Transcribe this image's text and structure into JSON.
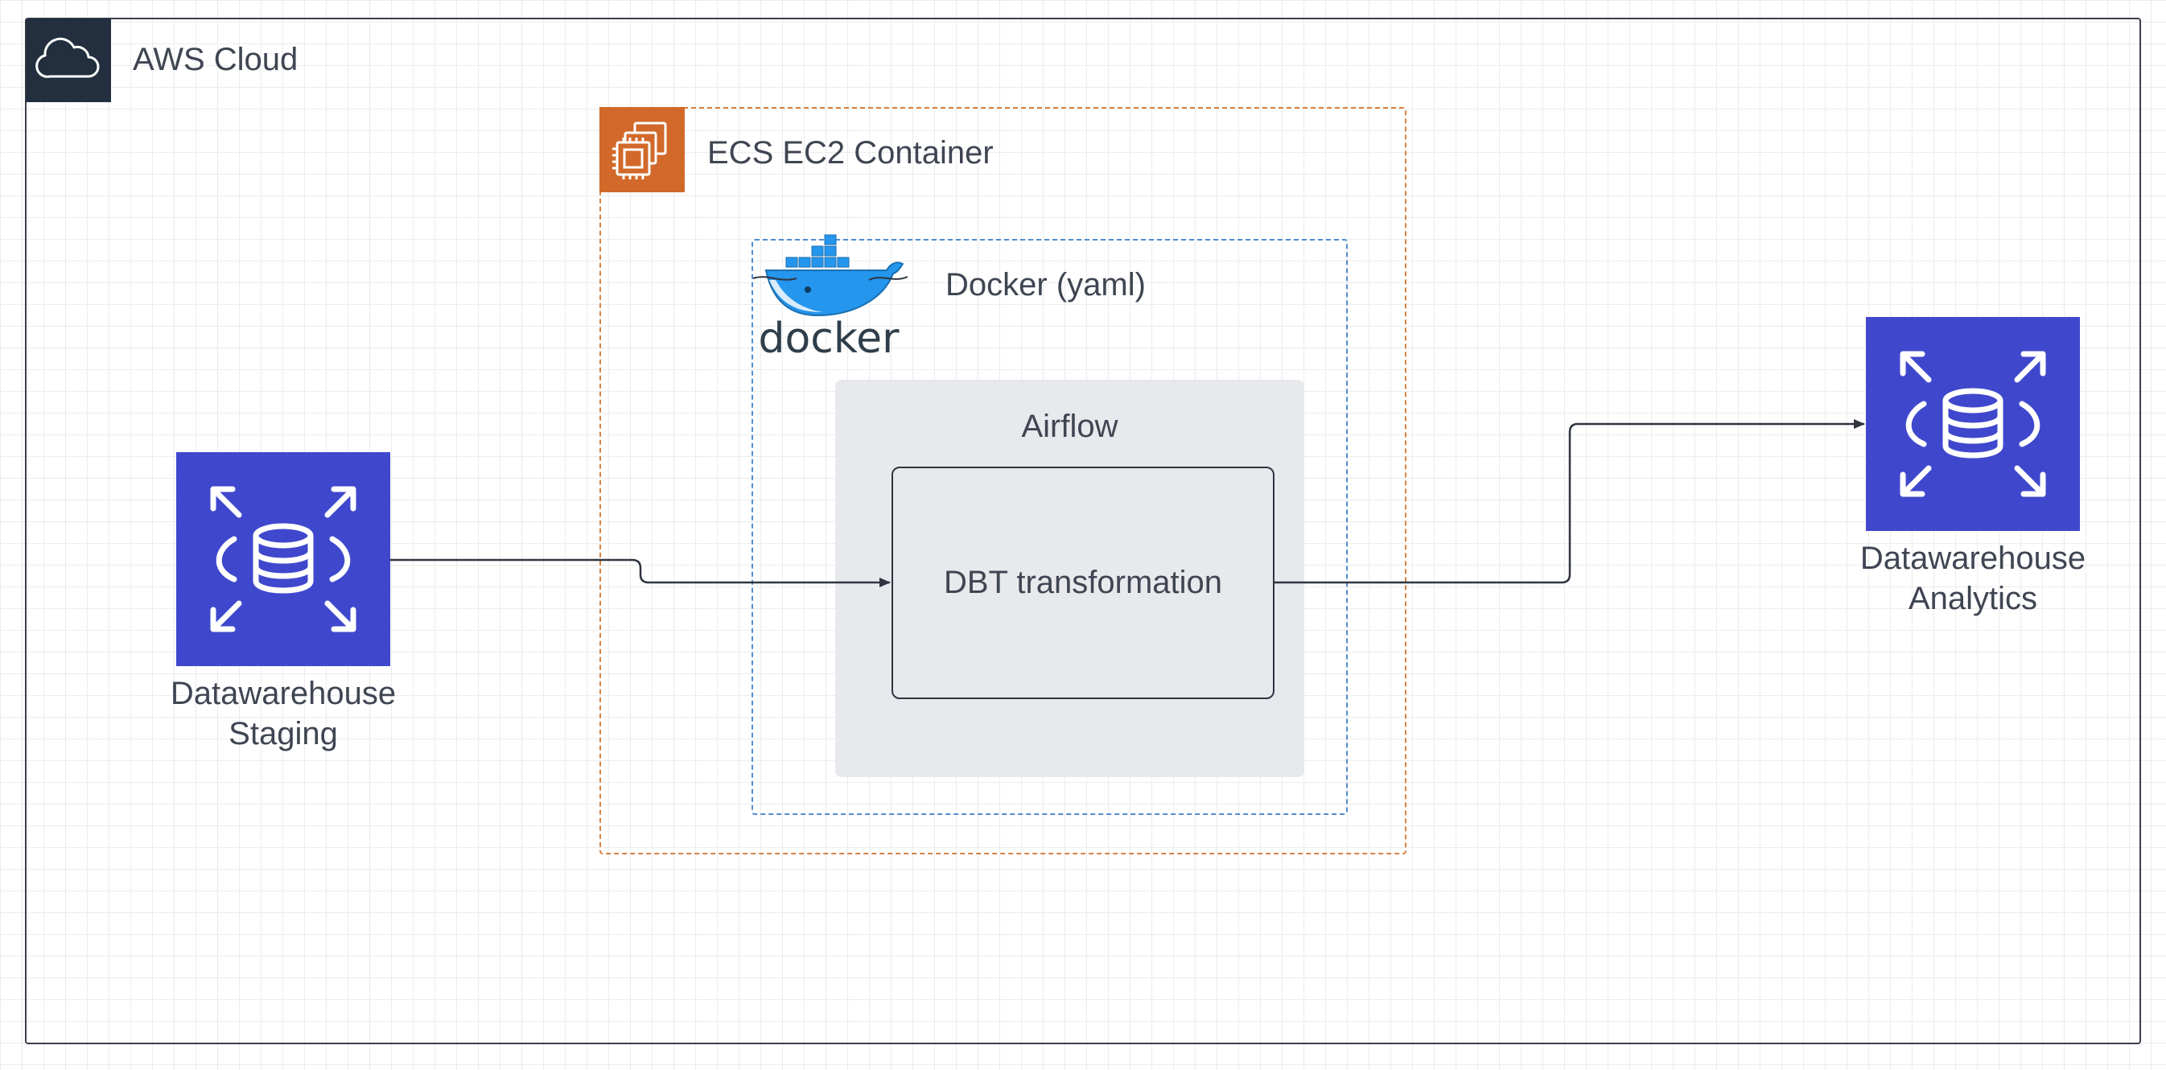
{
  "aws_cloud": {
    "title": "AWS Cloud",
    "icon": "cloud-icon"
  },
  "ecs_container": {
    "title": "ECS EC2 Container",
    "icon": "chip-icon"
  },
  "docker": {
    "title": "Docker (yaml)",
    "logo_text": "docker",
    "icon": "docker-whale-icon"
  },
  "airflow": {
    "title": "Airflow"
  },
  "dbt": {
    "label": "DBT transformation"
  },
  "staging": {
    "line1": "Datawarehouse",
    "line2": "Staging",
    "icon": "database-icon"
  },
  "analytics": {
    "line1": "Datawarehouse",
    "line2": "Analytics",
    "icon": "database-icon"
  },
  "colors": {
    "aws_dark": "#232f3e",
    "ecs_orange": "#d2692a",
    "docker_blue": "#4f8ed0",
    "database_blue": "#3f48cc",
    "airflow_gray": "#e8e9ec",
    "text": "#3f4552"
  },
  "edges": [
    {
      "from": "Datawarehouse Staging",
      "to": "DBT transformation"
    },
    {
      "from": "DBT transformation",
      "to": "Datawarehouse Analytics"
    }
  ]
}
